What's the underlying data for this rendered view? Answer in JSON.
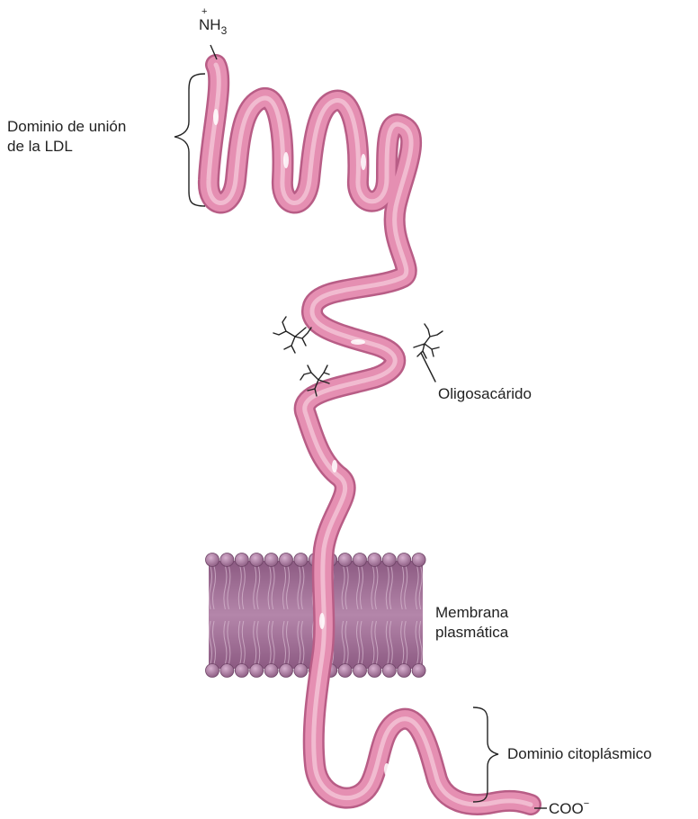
{
  "labels": {
    "n_terminus": {
      "main": "NH",
      "sub": "3",
      "charge": "+"
    },
    "ldl_binding_domain": [
      "Dominio de unión",
      "de la LDL"
    ],
    "oligosaccharide": "Oligosacárido",
    "plasma_membrane": [
      "Membrana",
      "plasmática"
    ],
    "cytoplasmic_domain": "Dominio citoplásmico",
    "c_terminus": {
      "main": "COO",
      "sup": "−"
    }
  },
  "colors": {
    "ribbon": "#e58fb2",
    "ribbon_dark": "#c9688f",
    "ribbon_highlight": "#f8d6e3",
    "membrane_fill": "#a6749a",
    "membrane_dark": "#7e4f75",
    "lipid_head": "#9a6a90",
    "ink": "#222222"
  }
}
